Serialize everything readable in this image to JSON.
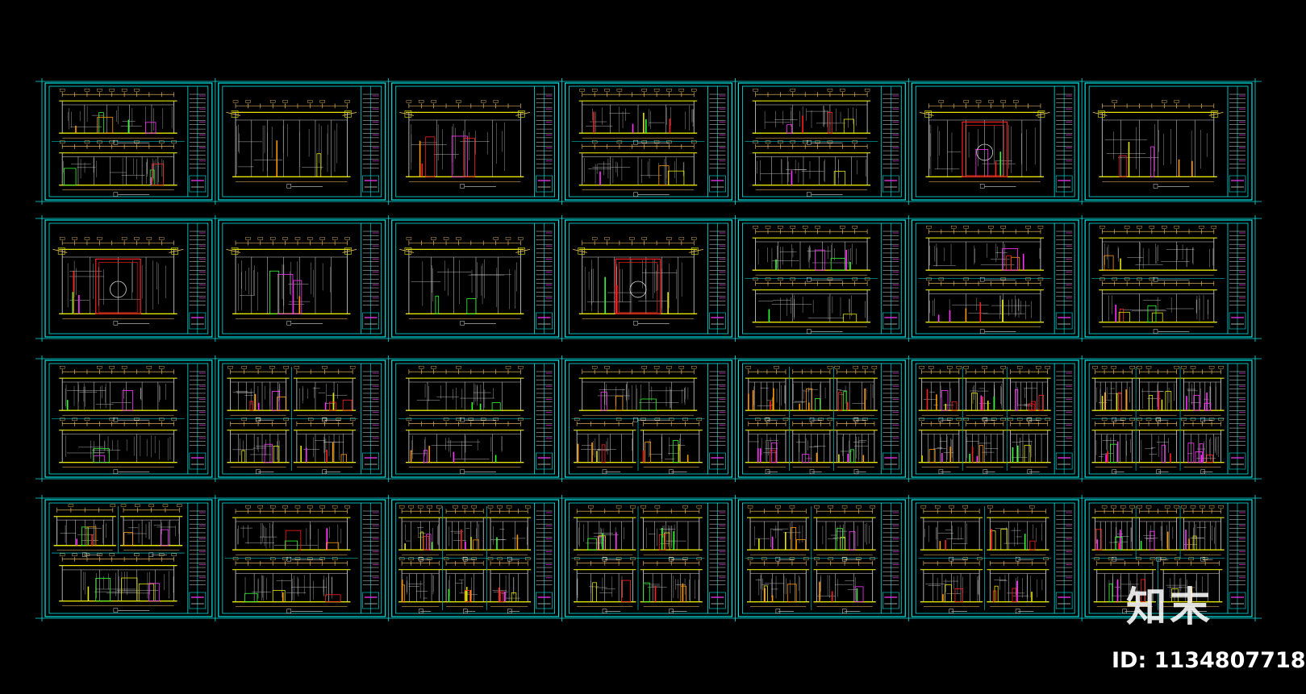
{
  "drawing": {
    "grid_rows": 4,
    "sheets_per_row": 7,
    "palette": {
      "background": "#000000",
      "frame": "#00e5e5",
      "line_yellow": "#e6e600",
      "line_white": "#d8d8d8",
      "line_red": "#ff2020",
      "line_magenta": "#ff33ff",
      "line_orange": "#ff9900",
      "line_green": "#33ff33",
      "dimension": "#ffcc66"
    },
    "rows": [
      {
        "name": "row-1",
        "layouts": [
          "split-2",
          "single",
          "single",
          "split-2",
          "split-2",
          "single",
          "single"
        ]
      },
      {
        "name": "row-2",
        "layouts": [
          "single",
          "single",
          "single",
          "single",
          "split-2",
          "split-2",
          "split-2"
        ]
      },
      {
        "name": "row-3",
        "layouts": [
          "split-2",
          "quad",
          "split-2",
          "split-2-3",
          "grid-6",
          "grid-6",
          "grid-6"
        ]
      },
      {
        "name": "row-4",
        "layouts": [
          "split-2-1",
          "split-2",
          "grid-6",
          "quad",
          "quad",
          "quad",
          "split-3-2"
        ]
      }
    ]
  },
  "watermark": {
    "logo_text": "知末",
    "id_text": "ID: 1134807718"
  }
}
